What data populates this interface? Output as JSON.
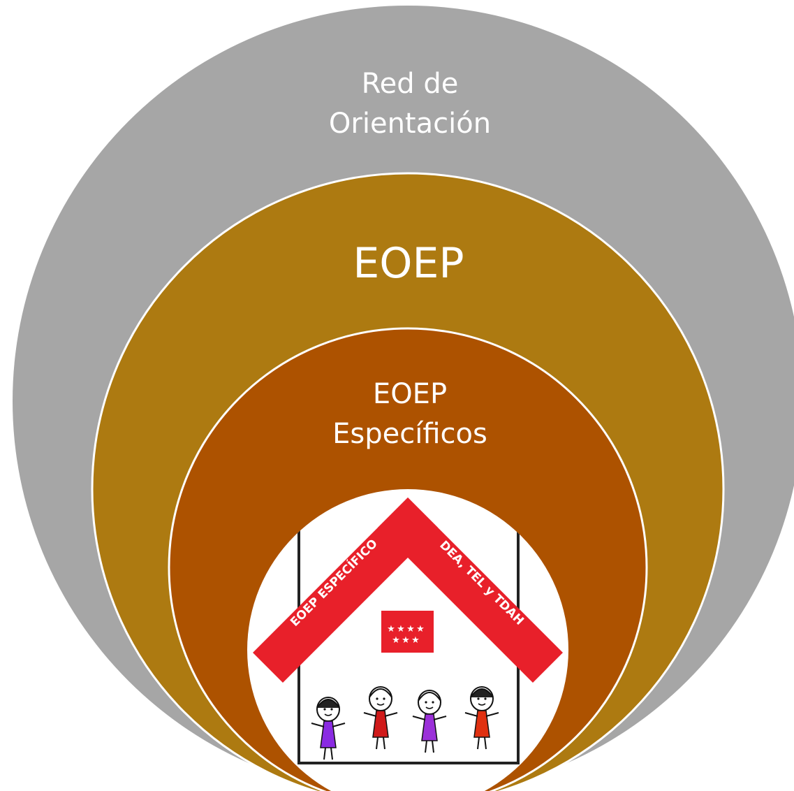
{
  "diagram": {
    "rings": [
      {
        "name": "outer",
        "lines": [
          "Red de",
          "Orientación"
        ],
        "color": "#a6a6a6"
      },
      {
        "name": "middle",
        "lines": [
          "EOEP"
        ],
        "color": "#ad7a11"
      },
      {
        "name": "inner",
        "lines": [
          "EOEP",
          "Específicos"
        ],
        "color": "#ad5200"
      }
    ],
    "core_logo": {
      "roof_left_text": "EOEP ESPECÍFICO",
      "roof_right_text": "DEA, TEL y TDAH",
      "roof_color": "#e8202a",
      "flag_color": "#e8202a"
    },
    "border_color": "#ffffff"
  }
}
